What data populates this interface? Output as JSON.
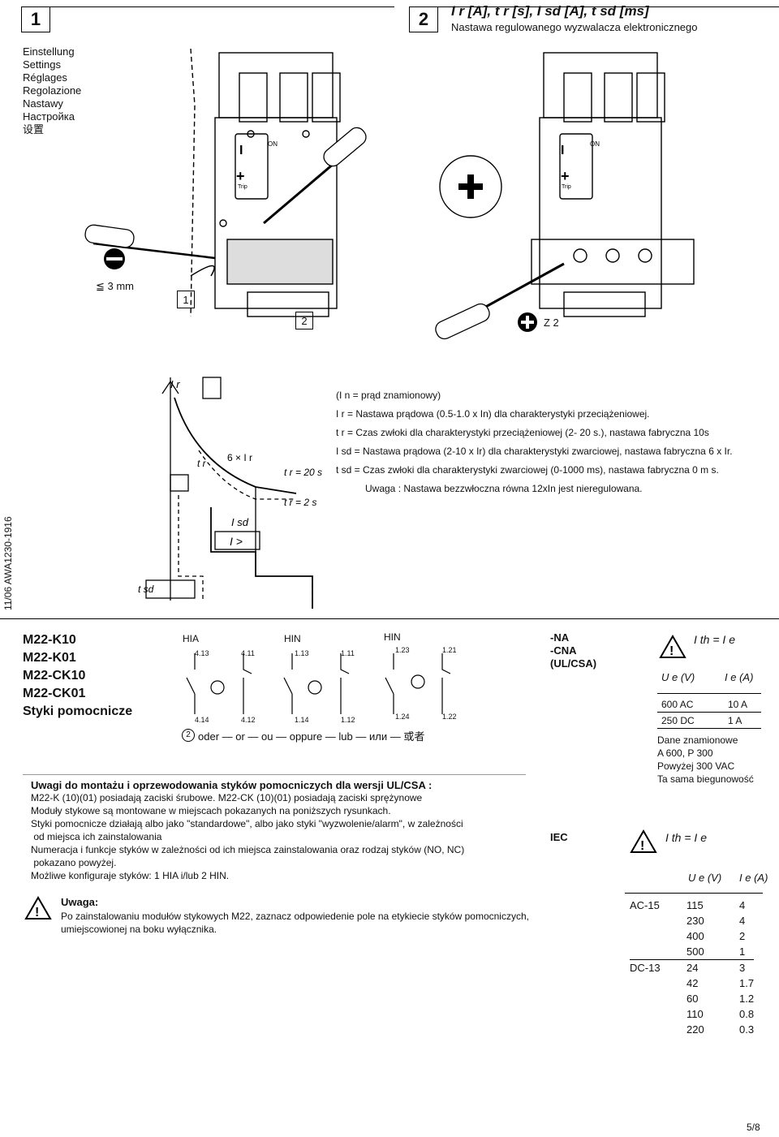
{
  "header": {
    "step1": "1",
    "step2": "2",
    "title_symbols": "I r [A], t r [s], I sd [A], t sd [ms]",
    "subtitle": "Nastawa regulowanego wyzwalacza elektronicznego"
  },
  "languages": [
    "Einstellung",
    "Settings",
    "Réglages",
    "Regolazione",
    "Nastawy",
    "Настройка",
    "设置"
  ],
  "illustration": {
    "screwdriver_size": "≦ 3 mm",
    "callout1": "1",
    "callout2": "2",
    "z_label": "Z 2",
    "on_label": "ON",
    "trip_label": "Trip"
  },
  "side_code": "11/06 AWA1230-1916",
  "curve": {
    "ir": "I r",
    "tr": "t r",
    "six_ir": "6 × I r",
    "tr20": "t r = 20 s",
    "tr2": "t r = 2 s",
    "isd": "I sd",
    "tsd": "t sd",
    "i_gt": "I >"
  },
  "legend": {
    "in_line": "(I n = prąd znamionowy)",
    "ir_line": "I r = Nastawa prądowa (0.5-1.0 x In) dla charakterystyki przeciążeniowej.",
    "tr_line": "t r = Czas zwłoki dla charakterystyki przeciążeniowej (2- 20 s.), nastawa fabryczna 10s",
    "isd_line": "I sd = Nastawa prądowa (2-10 x Ir) dla charakterystyki zwarciowej, nastawa fabryczna 6 x Ir.",
    "tsd_line": "t sd = Czas zwłoki dla charakterystyki zwarciowej (0-1000 ms), nastawa fabryczna 0 m s.",
    "uwaga_line": "Uwaga : Nastawa bezzwłoczna równa 12xIn jest nieregulowana."
  },
  "models": [
    "M22-K10",
    "M22-K01",
    "M22-CK10",
    "M22-CK01",
    "Styki pomocnicze"
  ],
  "contacts": {
    "hia": "HIA",
    "hin1": "HIN",
    "hin2": "HIN",
    "top_labels": [
      "4.13",
      "4.11",
      "1.13",
      "1.11",
      "1.23",
      "1.21"
    ],
    "bottom_labels": [
      "4.14",
      "4.12",
      "1.14",
      "1.12",
      "1.24",
      "1.22"
    ],
    "circle2": "2",
    "oder_line": "oder — or — ou — oppure — lub — или — 或者"
  },
  "mounting": {
    "heading": "Uwagi do montażu i oprzewodowania styków pomocniczych dla wersji UL/CSA :",
    "lines": [
      "M22-K (10)(01) posiadają zaciski śrubowe. M22-CK (10)(01) posiadają zaciski sprężynowe",
      "Moduły stykowe są montowane w miejscach pokazanych na poniższych rysunkach.",
      "Styki pomocnicze działają albo jako \"standardowe\", albo jako styki \"wyzwolenie/alarm\", w zależności",
      " od miejsca ich zainstalowania",
      "Numeracja i funkcje styków w zależności od ich miejsca zainstalowania oraz rodzaj styków (NO, NC)",
      " pokazano powyżej.",
      "Możliwe konfiguraje styków: 1 HIA i/lub 2 HIN."
    ]
  },
  "warning": {
    "title": "Uwaga:",
    "text1": "Po zainstalowaniu modułów stykowych M22, zaznacz odpowiedenie pole na etykiecie styków pomocniczych,",
    "text2": "umiejscowionej na boku wyłącznika."
  },
  "ul": {
    "label1": "-NA",
    "label2": "-CNA",
    "label3": "(UL/CSA)",
    "ith": "I th = I e",
    "col_ue": "U e (V)",
    "col_ie": "I e (A)",
    "rows": [
      [
        "600 AC",
        "10 A"
      ],
      [
        "250 DC",
        "1 A"
      ]
    ],
    "notes": [
      "Dane znamionowe",
      "A 600, P 300",
      "Powyżej 300 VAC",
      "Ta sama biegunowość"
    ]
  },
  "iec": {
    "label": "IEC",
    "ith": "I th = I e",
    "col_ue": "U e (V)",
    "col_ie": "I e (A)",
    "rows": [
      [
        "AC-15",
        "115",
        "4"
      ],
      [
        "",
        "230",
        "4"
      ],
      [
        "",
        "400",
        "2"
      ],
      [
        "",
        "500",
        "1"
      ],
      [
        "DC-13",
        "24",
        "3"
      ],
      [
        "",
        "42",
        "1.7"
      ],
      [
        "",
        "60",
        "1.2"
      ],
      [
        "",
        "110",
        "0.8"
      ],
      [
        "",
        "220",
        "0.3"
      ]
    ]
  },
  "page_number": "5/8"
}
